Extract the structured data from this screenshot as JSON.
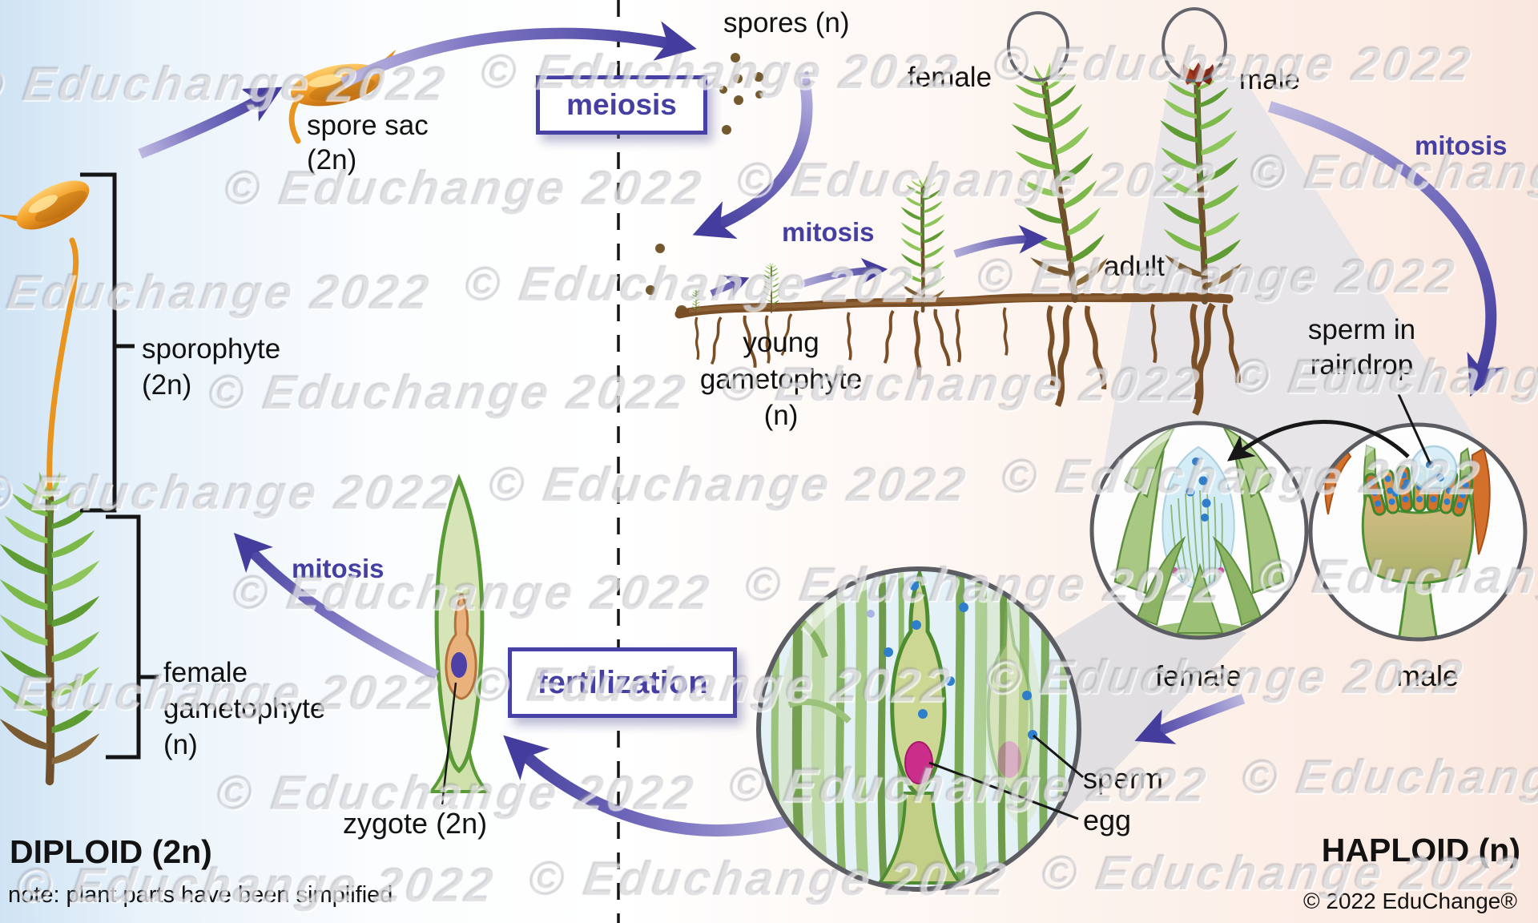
{
  "labels": {
    "spores": "spores (n)",
    "spore_sac": {
      "line1": "spore sac",
      "line2": "(2n)"
    },
    "processes": {
      "meiosis": "meiosis",
      "mitosis_right": "mitosis",
      "mitosis_middle": "mitosis",
      "mitosis_left": "mitosis",
      "fertilization": "fertilization"
    },
    "adult_plants": {
      "female": "female",
      "male": "male",
      "adult": "adult"
    },
    "young_gametophyte": {
      "line1": "young",
      "line2": "gametophyte",
      "line3": "(n)"
    },
    "sporophyte": {
      "line1": "sporophyte",
      "line2": "(2n)"
    },
    "female_gametophyte": {
      "line1": "female",
      "line2": "gametophyte",
      "line3": "(n)"
    },
    "sperm_in_raindrop": {
      "line1": "sperm in",
      "line2": "raindrop"
    },
    "insets": {
      "female": "female",
      "male": "male",
      "sperm": "sperm",
      "egg": "egg"
    },
    "zygote": "zygote (2n)",
    "footer": {
      "diploid": "DIPLOID (2n)",
      "haploid": "HAPLOID (n)",
      "note": "note: plant parts have been simplified",
      "copyright": "© 2022 EduChange®"
    },
    "watermark": "© Educhange 2022"
  },
  "colors": {
    "accent_purple_text": "#453fa2",
    "arrow_purple_dark": "#443d9d",
    "arrow_purple_light": "#bdb9e0",
    "capsule_orange": "#f0a42a",
    "spore_brown": "#74592f",
    "leaf_green": "#6aa83f",
    "rhizome_brown": "#7a4e26",
    "sperm_blue": "#2e7ecb",
    "egg_pink": "#cb2e8a",
    "left_bg_blue": "#d8e8f5",
    "right_bg_peach": "#fbeee7",
    "circle_outline_gray": "#5c5c63"
  }
}
